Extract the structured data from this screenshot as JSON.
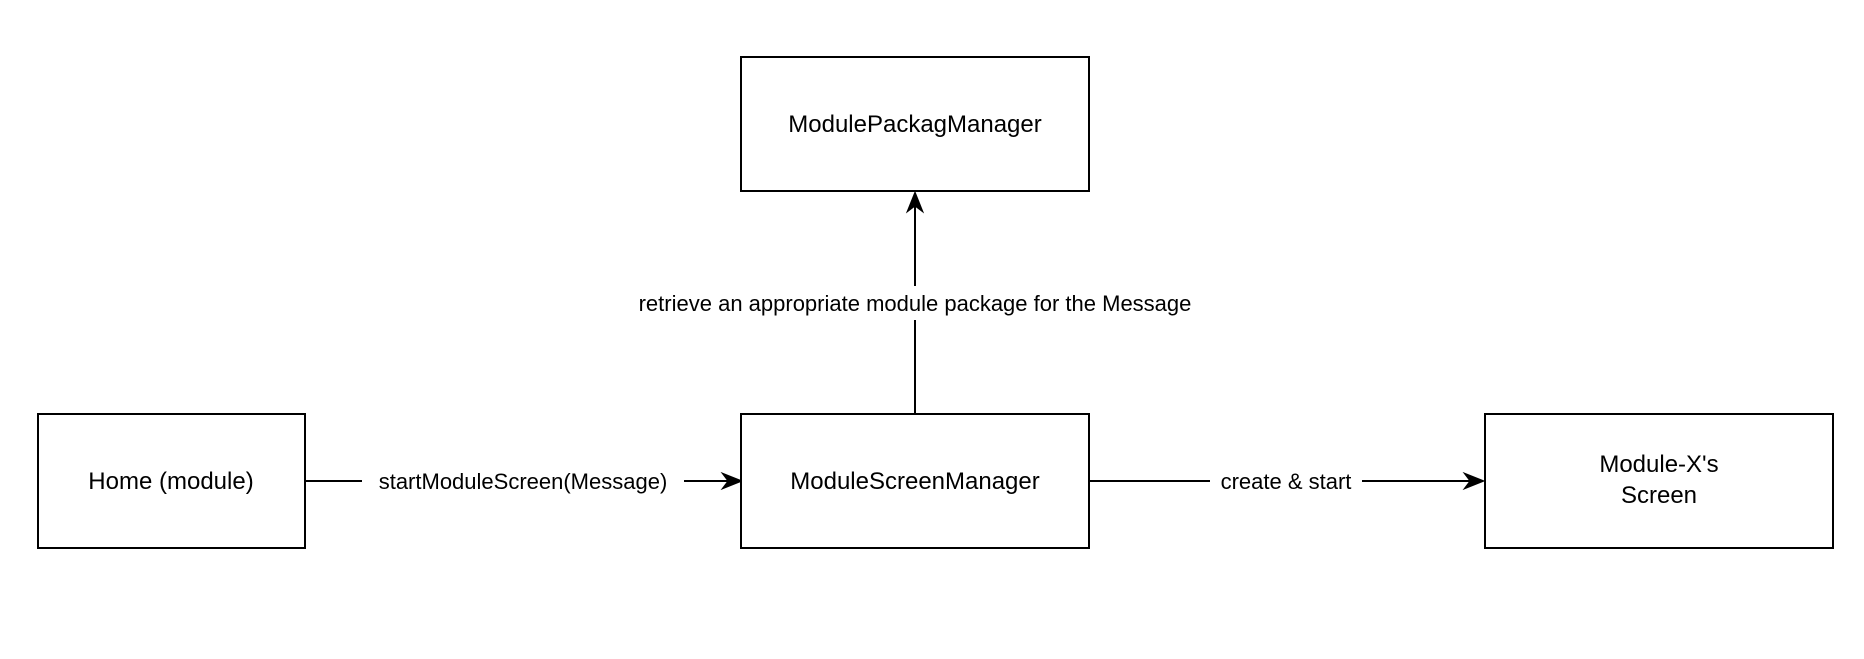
{
  "nodes": {
    "package_manager": {
      "label": "ModulePackagManager"
    },
    "home": {
      "label": "Home (module)"
    },
    "screen_manager": {
      "label": "ModuleScreenManager"
    },
    "module_screen": {
      "line1": "Module-X's",
      "line2": "Screen"
    }
  },
  "edges": {
    "home_to_manager": {
      "label": "startModuleScreen(Message)"
    },
    "manager_to_package": {
      "label": "retrieve an appropriate module package for the Message"
    },
    "manager_to_screen": {
      "label": "create & start"
    }
  }
}
